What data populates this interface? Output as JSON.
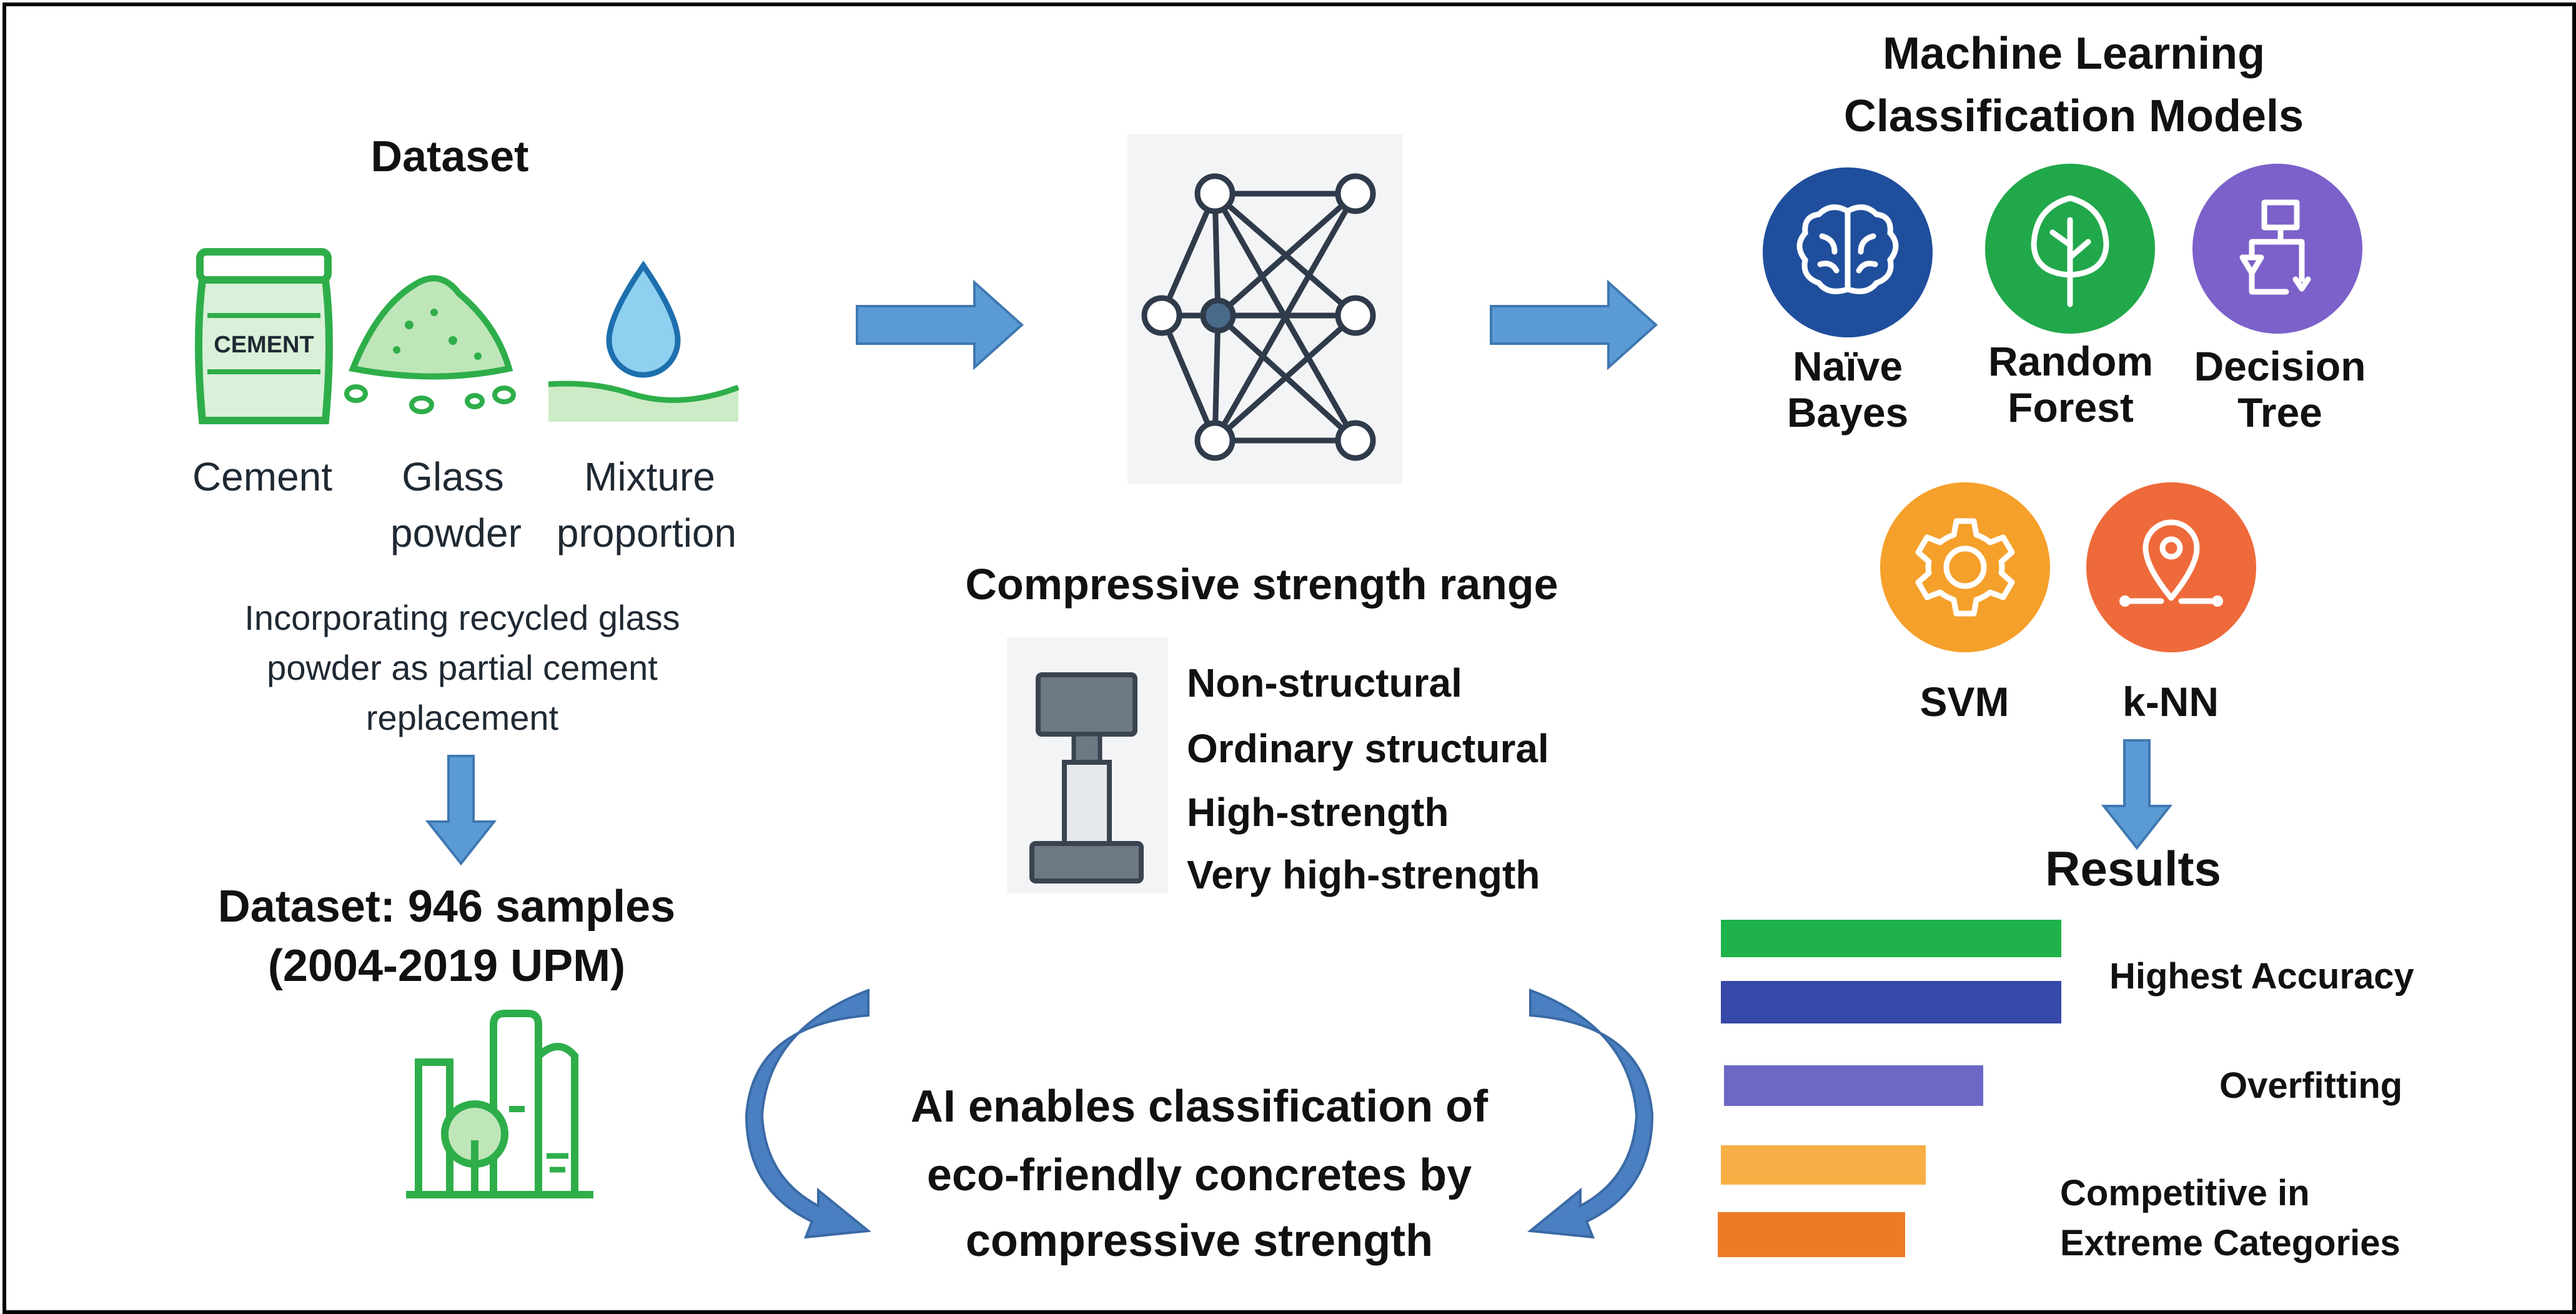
{
  "dataset": {
    "title": "Dataset",
    "cement_bag_text": "CEMENT",
    "items": [
      "Cement",
      "Glass",
      "Mixture"
    ],
    "items_line2": [
      "powder",
      "proportion"
    ],
    "description": [
      "Incorporating recycled glass",
      "powder as partial cement",
      "replacement"
    ],
    "summary": [
      "Dataset: 946 samples",
      "(2004-2019 UPM)"
    ]
  },
  "center": {
    "strength_title": "Compressive strength range",
    "ranges": [
      "Non-structural",
      "Ordinary structural",
      "High-strength",
      "Very high-strength"
    ],
    "conclusion": [
      "AI enables classification of",
      "eco-friendly concretes by",
      "compressive strength"
    ]
  },
  "models": {
    "title": [
      "Machine Learning",
      "Classification Models"
    ],
    "items": [
      {
        "name": [
          "Naïve",
          "Bayes"
        ],
        "color": "#1f4e9c",
        "icon": "brain-icon"
      },
      {
        "name": [
          "Random",
          "Forest"
        ],
        "color": "#21a84a",
        "icon": "tree-icon"
      },
      {
        "name": [
          "Decision",
          "Tree"
        ],
        "color": "#7b61c9",
        "icon": "flowchart-icon"
      },
      {
        "name": [
          "SVM"
        ],
        "color": "#f5a02a",
        "icon": "gear-icon"
      },
      {
        "name": [
          "k-NN"
        ],
        "color": "#ef6a3a",
        "icon": "location-pin-icon"
      }
    ]
  },
  "results": {
    "title": "Results",
    "labels": [
      "Highest Accuracy",
      "Overfitting",
      "Competitive in",
      "Extreme Categories"
    ],
    "bar_colors": [
      "#1fb24a",
      "#3648a8",
      "#6d67c6",
      "#f7ae45",
      "#ee7a26"
    ]
  },
  "colors": {
    "arrow": "#5b9bd5",
    "icon_green": "#2eae4a",
    "icon_dark": "#2f3b4a"
  }
}
